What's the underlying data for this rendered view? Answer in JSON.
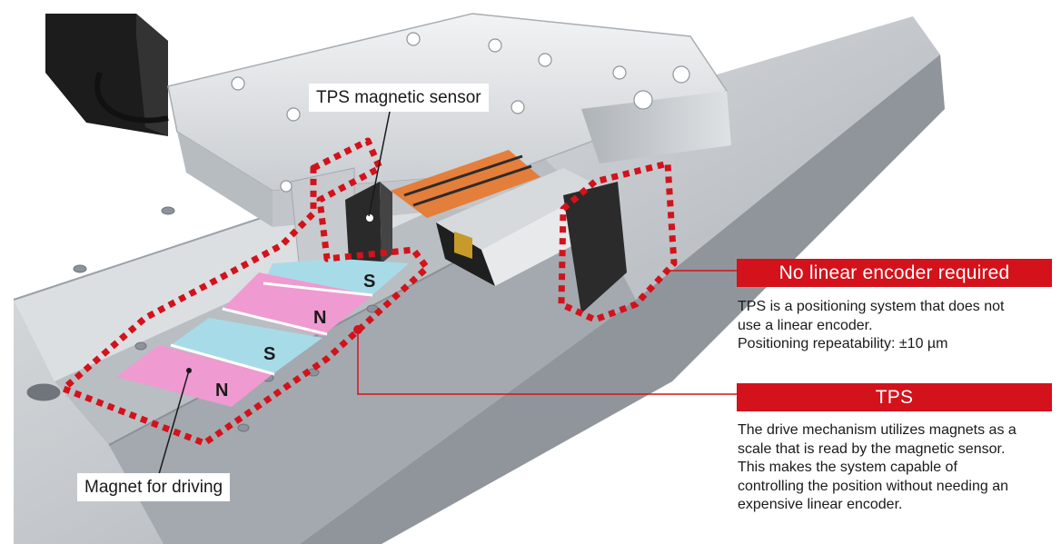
{
  "illustration": {
    "magnet_segments": [
      {
        "pole": "S",
        "color": "#a8dbe8"
      },
      {
        "pole": "N",
        "color": "#ef9ad0"
      },
      {
        "pole": "S",
        "color": "#a8dbe8"
      },
      {
        "pole": "N",
        "color": "#ef9ad0"
      }
    ],
    "highlight_color": "#d3121b",
    "callout_line_color": "#d3121b"
  },
  "labels": {
    "sensor": "TPS magnetic sensor",
    "magnet": "Magnet for driving"
  },
  "panels": [
    {
      "heading": "No linear encoder required",
      "lines": [
        "TPS is a positioning system that does not",
        "use a linear encoder.",
        "Positioning repeatability: ±10 µm"
      ]
    },
    {
      "heading": "TPS",
      "lines": [
        "The drive mechanism utilizes magnets as a",
        "scale that is read by the magnetic sensor.",
        "This makes the system capable of",
        "controlling the position without needing an",
        "expensive linear encoder."
      ]
    }
  ]
}
